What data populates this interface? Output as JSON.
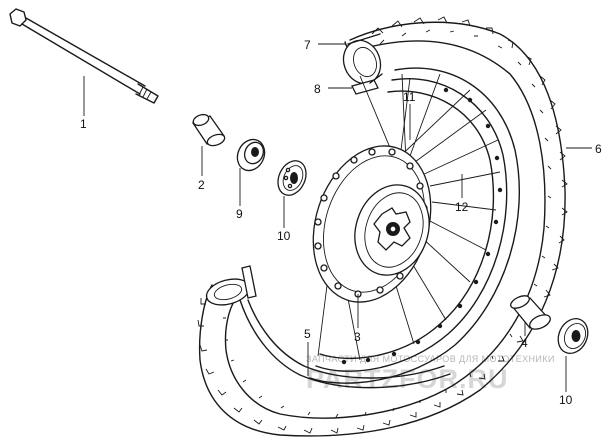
{
  "callouts": {
    "part_1": "1",
    "part_2": "2",
    "part_3": "3",
    "part_4": "4",
    "part_5": "5",
    "part_6": "6",
    "part_7": "7",
    "part_8": "8",
    "part_9": "9",
    "part_10_a": "10",
    "part_10_b": "10",
    "part_11": "11",
    "part_12": "12"
  },
  "watermark": {
    "tagline": "ЗАПЧАСТИ ДЛЯ МОТОССУАРОВ ДЛЯ МОТОТЕХНИКИ",
    "brand": "PARTZFOR.RU"
  }
}
